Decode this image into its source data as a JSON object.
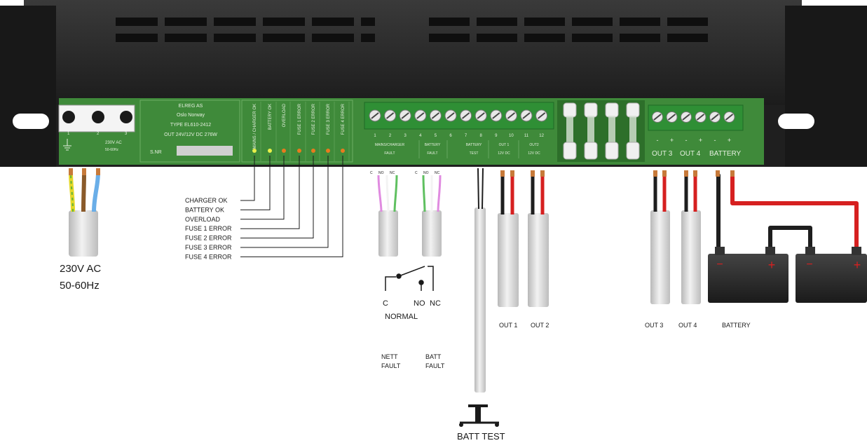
{
  "device": {
    "maker": "ELREG AS",
    "location": "Oslo Norway",
    "type": "TYPE EL610-2412",
    "output": "OUT 24V/12V DC 276W",
    "serial_label": "S.NR"
  },
  "mains_terminal": {
    "pins": [
      "1",
      "2",
      "3"
    ],
    "rating_line1": "230V AC",
    "rating_line2": "50-60Hz"
  },
  "leds": {
    "labels": [
      "MAINS / CHARGER OK",
      "BATTERY OK",
      "OVERLOAD",
      "FUSE 1 ERROR",
      "FUSE 2 ERROR",
      "FUSE 3 ERROR",
      "FUSE 4 ERROR"
    ],
    "colors": [
      "#e8f04a",
      "#e8f04a",
      "#e87a1e",
      "#e87a1e",
      "#e87a1e",
      "#e87a1e",
      "#e87a1e"
    ]
  },
  "status_legend": [
    "CHARGER OK",
    "BATTERY OK",
    "OVERLOAD",
    "FUSE 1 ERROR",
    "FUSE 2 ERROR",
    "FUSE 3 ERROR",
    "FUSE 4 ERROR"
  ],
  "terminal_block": {
    "pin_numbers": [
      "1",
      "2",
      "3",
      "4",
      "5",
      "6",
      "7",
      "8",
      "9",
      "10",
      "11",
      "12"
    ],
    "groups": [
      {
        "line1": "MAINS/CHARGER",
        "line2": "FAULT"
      },
      {
        "line1": "BATTERY",
        "line2": "FAULT"
      },
      {
        "line1": "BATTERY",
        "line2": "TEST"
      },
      {
        "line1": "OUT 1",
        "line2": "12V DC"
      },
      {
        "line1": "OUT2",
        "line2": "12V DC"
      }
    ]
  },
  "right_terminal": {
    "polarity": [
      "-",
      "+",
      "-",
      "+",
      "-",
      "+"
    ],
    "labels": [
      "OUT 3",
      "OUT 4",
      "BATTERY"
    ]
  },
  "relay_wires": {
    "left": [
      "C",
      "NO",
      "NC"
    ],
    "right": [
      "C",
      "NO",
      "NC"
    ]
  },
  "switch_diagram": {
    "contacts": [
      "C",
      "NO",
      "NC"
    ],
    "state": "NORMAL"
  },
  "bottom_labels": {
    "mains_line1": "230V AC",
    "mains_line2": "50-60Hz",
    "nett_fault_1": "NETT",
    "nett_fault_2": "FAULT",
    "batt_fault_1": "BATT",
    "batt_fault_2": "FAULT",
    "batt_test": "BATT TEST",
    "out1": "OUT 1",
    "out2": "OUT 2",
    "out3": "OUT 3",
    "out4": "OUT 4",
    "battery": "BATTERY"
  },
  "colors": {
    "pcb": "#3f8a3a",
    "housing": "#2a2a2a",
    "terminal_green": "#2f8f35",
    "wire_red": "#d62020",
    "wire_black": "#1e1e1e",
    "cable_grey": "#dcdcdc",
    "battery_body": "#2a2a2a"
  }
}
